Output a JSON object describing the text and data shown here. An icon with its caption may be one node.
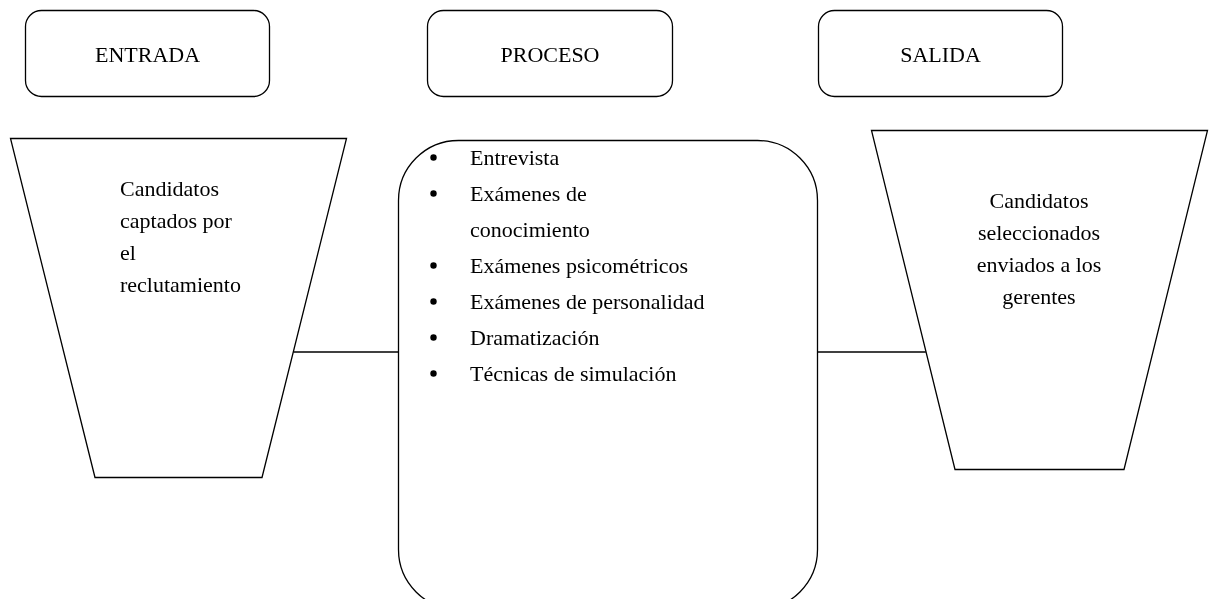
{
  "diagram": {
    "nodes": [
      {
        "text": [
          "ENTRADA"
        ]
      },
      {
        "text": [
          "PROCESO"
        ]
      },
      {
        "text": [
          "SALIDA"
        ]
      },
      {
        "text": [
          "Candidatos captados por el reclutamiento"
        ]
      },
      {
        "text": [
          "Entrevista",
          "Exámenes de conocimiento",
          "Exámenes psicométricos",
          "Exámenes de personalidad",
          "Dramatización",
          "Técnicas de simulación"
        ]
      },
      {
        "text": [
          "Candidatos seleccionados enviados a los gerentes"
        ]
      }
    ],
    "edges": [
      {
        "from": 3,
        "to": 4,
        "arrow": "none"
      },
      {
        "from": 4,
        "to": 5,
        "arrow": "none"
      }
    ]
  }
}
